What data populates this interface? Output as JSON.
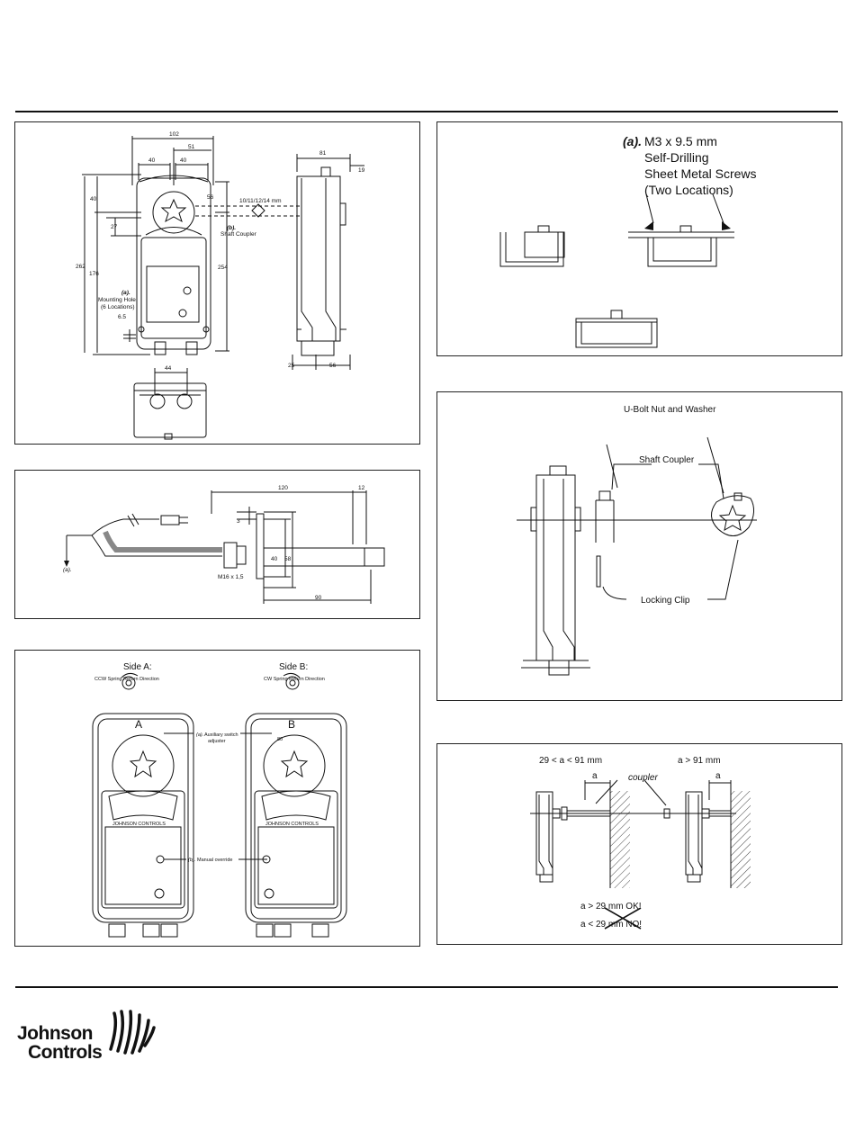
{
  "panel1": {
    "dims": {
      "w102": "102",
      "w51": "51",
      "w40a": "40",
      "w40b": "40",
      "h40": "40",
      "h56": "56",
      "h27": "27",
      "h262": "262",
      "h176": "176",
      "h254": "254",
      "h6_5": "6.5",
      "w44": "44",
      "d81": "81",
      "d19": "19",
      "d25": "25",
      "d56": "56"
    },
    "shaft_sizes": "10/11/12/14 mm",
    "coupler_tag": "(b).",
    "coupler_label": "Shaft Coupler",
    "mount_tag": "(a).",
    "mount_line1": "Mounting Hole",
    "mount_line2": "(6 Locations)"
  },
  "panel2": {
    "tag": "(a).",
    "line1": "M3 x 9.5 mm",
    "line2": "Self-Drilling",
    "line3": "Sheet Metal Screws",
    "line4": "(Two Locations)"
  },
  "panel3": {
    "dims": {
      "d120": "120",
      "d12": "12",
      "d3": "3",
      "d40": "40",
      "d58": "58",
      "d90": "90"
    },
    "thread": "M16 x 1,5",
    "tag": "(a)."
  },
  "panel4": {
    "ubolt": "U-Bolt Nut and Washer",
    "coupler": "Shaft Coupler",
    "clip": "Locking Clip"
  },
  "panel5": {
    "sideA_title": "Side A:",
    "sideA_sub": "CCW Spring Return Direction",
    "sideB_title": "Side B:",
    "sideB_sub": "CW Spring Return Direction",
    "letterA": "A",
    "letterB": "B",
    "aux_tag": "(a).",
    "aux_line1": "Auxiliary switch",
    "aux_line2": "adjuster",
    "manual_tag": "(b).",
    "manual_label": "Manual override",
    "brand": "JOHNSON CONTROLS",
    "deg": "80"
  },
  "panel6": {
    "left_label": "29 < a < 91 mm",
    "right_label": "a > 91 mm",
    "a_left": "a",
    "a_right": "a",
    "coupler": "coupler",
    "ok": "a > 29 mm OK!",
    "no": "a < 29 mm NO!"
  },
  "logo": {
    "line1": "Johnson",
    "line2": "Controls"
  }
}
